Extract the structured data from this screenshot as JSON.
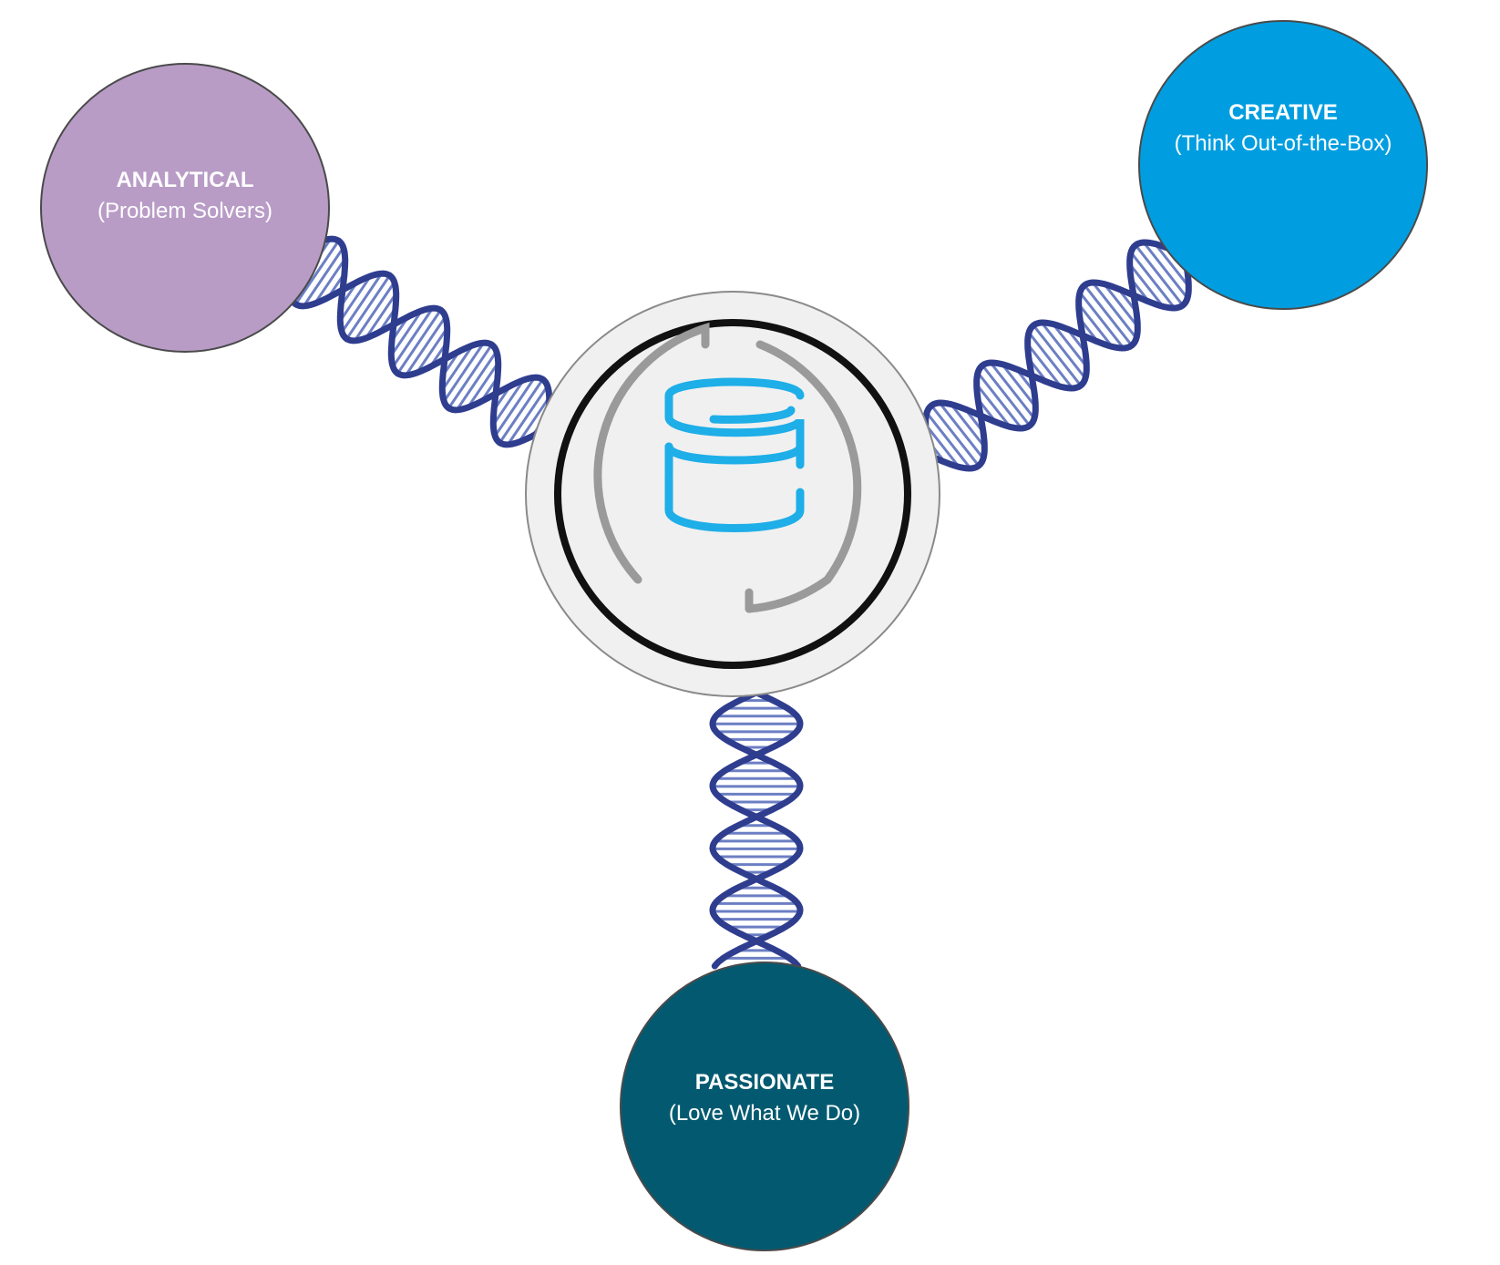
{
  "nodes": {
    "analytical": {
      "title": "ANALYTICAL",
      "subtitle": "(Problem Solvers)",
      "color": "#b89cc6"
    },
    "creative": {
      "title": "CREATIVE",
      "subtitle": "(Think Out-of-the-Box)",
      "color": "#009ee0"
    },
    "passionate": {
      "title": "PASSIONATE",
      "subtitle": "(Love What We Do)",
      "color": "#035a70"
    }
  },
  "hub": {
    "icon": "database-sync-icon",
    "ring_color": "#111111",
    "arc_color": "#9a9a9a",
    "icon_color": "#1eaee8"
  },
  "connector": {
    "icon": "dna-helix-icon",
    "color": "#2f3d8f"
  }
}
